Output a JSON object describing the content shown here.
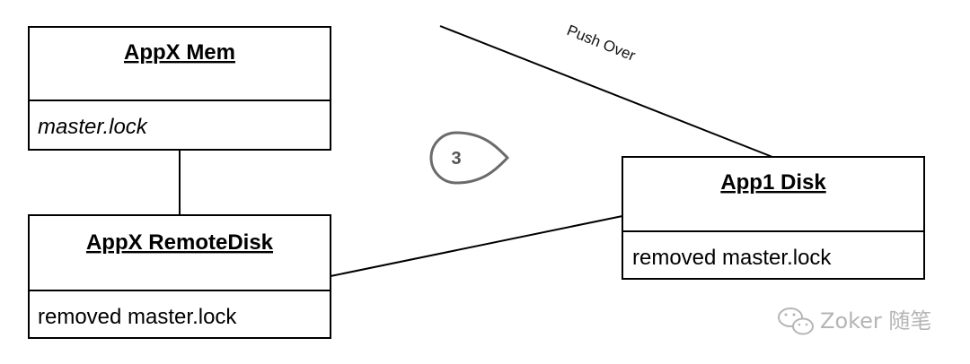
{
  "nodes": {
    "appx_mem": {
      "title": "AppX Mem",
      "body": "master.lock"
    },
    "appx_remotedisk": {
      "title": "AppX RemoteDisk",
      "body": "removed master.lock"
    },
    "app1_disk": {
      "title": "App1 Disk",
      "body": "removed master.lock"
    }
  },
  "edges": {
    "push_over_label": "Push Over"
  },
  "step_marker": "3",
  "watermark": "Zoker 随笔"
}
